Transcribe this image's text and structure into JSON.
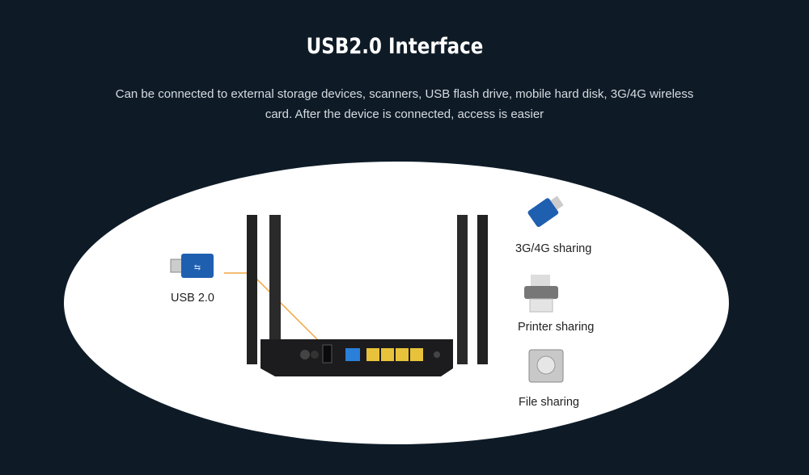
{
  "header": {
    "title": "USB2.0 Interface",
    "description": "Can be connected to external storage devices, scanners, USB flash drive, mobile hard disk, 3G/4G wireless card. After the device is connected, access is easier"
  },
  "diagram": {
    "usb_label": "USB 2.0",
    "features": [
      {
        "label": "3G/4G sharing",
        "icon": "usb-modem-icon"
      },
      {
        "label": "Printer sharing",
        "icon": "printer-icon"
      },
      {
        "label": "File sharing",
        "icon": "hard-disk-icon"
      }
    ],
    "colors": {
      "background": "#0e1b27",
      "callout_line": "#f0a640",
      "usb_blue": "#1f5fb0",
      "lan_port": "#e8c23a",
      "wan_port": "#2a7fd8"
    }
  }
}
